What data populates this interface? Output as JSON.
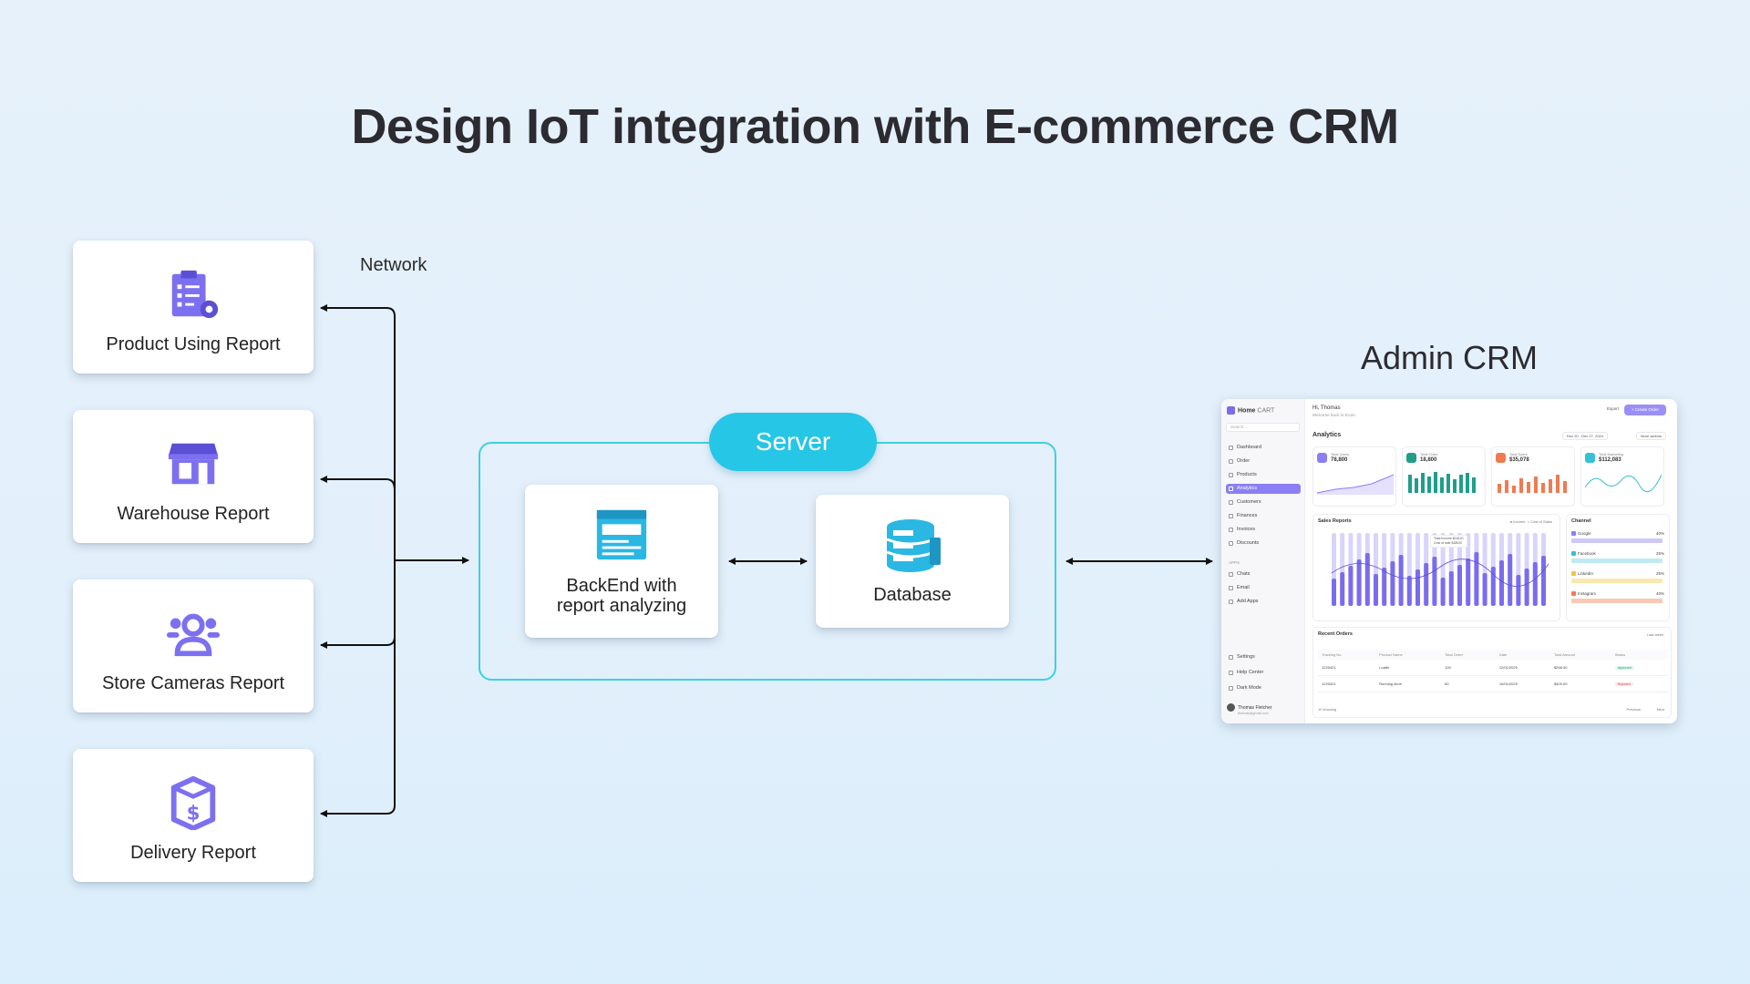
{
  "title": "Design IoT integration with E-commerce CRM",
  "network_label": "Network",
  "reports": [
    {
      "label": "Product Using Report",
      "icon": "clipboard-gear-icon"
    },
    {
      "label": "Warehouse Report",
      "icon": "store-icon"
    },
    {
      "label": "Store Cameras Report",
      "icon": "people-group-icon"
    },
    {
      "label": "Delivery Report",
      "icon": "box-dollar-icon"
    }
  ],
  "server": {
    "label": "Server",
    "backend_label": "BackEnd with report analyzing",
    "backend_icon": "document-window-icon",
    "database_label": "Database",
    "database_icon": "database-icon"
  },
  "admin_title": "Admin CRM",
  "colors": {
    "accent": "#7a6cf0",
    "server": "#25c6e6",
    "server_border": "#3fd0de"
  },
  "crm": {
    "brand": "Home",
    "brand_sub": "CART",
    "search": "Search...",
    "nav": [
      "Dashboard",
      "Order",
      "Products",
      "Analytics",
      "Customers",
      "Finances",
      "Invoices",
      "Discounts"
    ],
    "apps_label": "APPS",
    "apps": [
      "Chats",
      "Email",
      "Add Apps"
    ],
    "bottom_nav": [
      "Settings",
      "Help Center",
      "Dark Mode"
    ],
    "user_name": "Thomas Fletcher",
    "user_email": "thomas@gmail.com",
    "greeting": "Hi, Thomas",
    "welcome": "Welcome back to Ecolo",
    "export": "Export",
    "create_order": "+ Create Order",
    "analytics": "Analytics",
    "date_range": "Dec 20 - Dec 27, 2024",
    "more_actions": "More actions",
    "kpis": [
      {
        "label": "Total Users",
        "value": "78,800"
      },
      {
        "label": "Total Order",
        "value": "18,800"
      },
      {
        "label": "Total Sales",
        "value": "$35,078"
      },
      {
        "label": "Total Marketing",
        "value": "$112,083"
      }
    ],
    "sales_reports": "Sales Reports",
    "legend_income": "Income",
    "legend_cost": "Cost of Sales",
    "total_income": "Total Income  $16120",
    "cost_of_sale": "Cost of sale  $18020",
    "channel": "Channel",
    "channels": [
      {
        "name": "Google",
        "pct": "40%"
      },
      {
        "name": "Facebook",
        "pct": "25%"
      },
      {
        "name": "LinkedIn",
        "pct": "25%"
      },
      {
        "name": "Instagram",
        "pct": "40%"
      }
    ],
    "recent_orders": "Recent Orders",
    "last_week": "Last week",
    "columns": [
      "Tracking No",
      "Product Name",
      "Total Order",
      "Date",
      "Total Amount",
      "Status"
    ],
    "rows": [
      [
        "1225421",
        "Loafer",
        "100",
        "12/01/2025",
        "$268.00",
        "Approved"
      ],
      [
        "1225421",
        "Running shoe",
        "80",
        "10/01/2025",
        "$409.00",
        "Rejected"
      ]
    ],
    "showing": "10 showing",
    "previous": "Previous",
    "next": "Next"
  }
}
